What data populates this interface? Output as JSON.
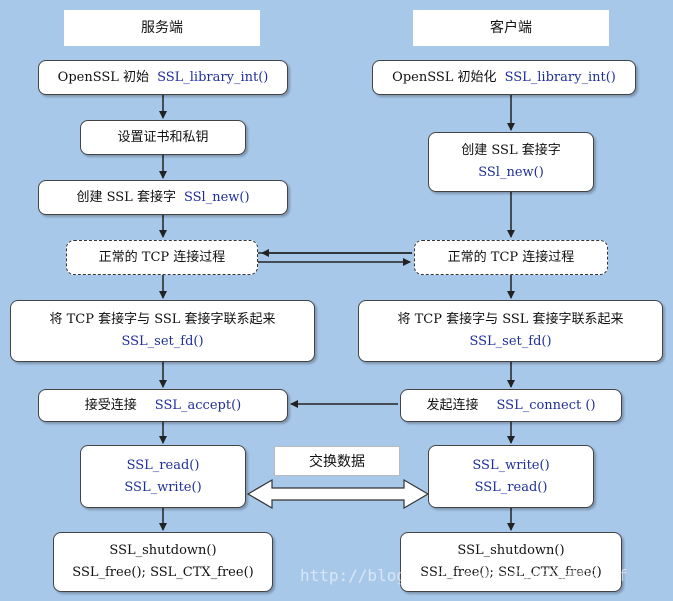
{
  "server": {
    "header": "服务端",
    "init": {
      "label": "OpenSSL 初始",
      "fn": "SSL_library_int()"
    },
    "cert": {
      "label": "设置证书和私钥"
    },
    "create": {
      "label": "创建 SSL 套接字",
      "fn": "SSl_new()"
    },
    "tcp": {
      "label": "正常的 TCP 连接过程"
    },
    "bind": {
      "label": "将 TCP 套接字与 SSL 套接字联系起来",
      "fn": "SSL_set_fd()"
    },
    "accept": {
      "label": "接受连接",
      "fn": "SSL_accept()"
    },
    "io": {
      "line1": "SSL_read()",
      "line2": "SSL_write()"
    },
    "cleanup": {
      "line1": "SSL_shutdown()",
      "line2": "SSL_free(); SSL_CTX_free()"
    }
  },
  "client": {
    "header": "客户端",
    "init": {
      "label": "OpenSSL 初始化",
      "fn": "SSL_library_int()"
    },
    "create": {
      "label": "创建 SSL 套接字",
      "fn": "SSl_new()"
    },
    "tcp": {
      "label": "正常的 TCP 连接过程"
    },
    "bind": {
      "label": "将 TCP 套接字与 SSL 套接字联系起来",
      "fn": "SSL_set_fd()"
    },
    "connect": {
      "label": "发起连接",
      "fn": "SSL_connect ()"
    },
    "io": {
      "line1": "SSL_write()",
      "line2": "SSL_read()"
    },
    "cleanup": {
      "line1": "SSL_shutdown()",
      "line2": "SSL_free(); SSL_CTX_free()"
    }
  },
  "exchange": {
    "label": "交换数据"
  },
  "watermark": "http://blog.csdn.net/u010096900rpf"
}
